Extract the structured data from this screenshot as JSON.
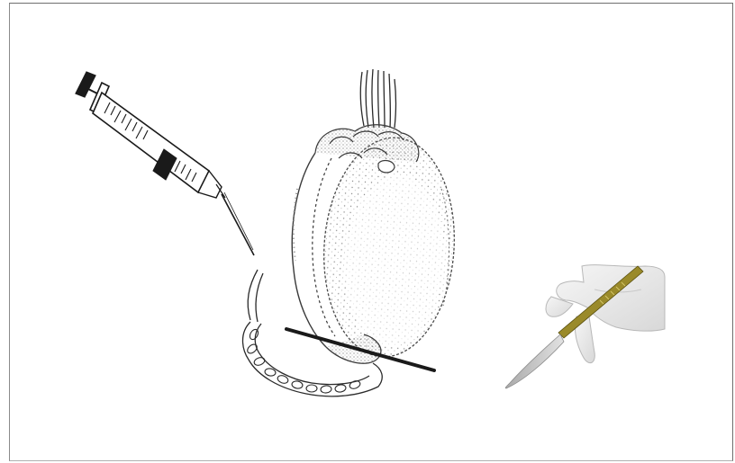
{
  "figure": {
    "elements": [
      {
        "name": "syringe",
        "icon": "syringe-icon"
      },
      {
        "name": "testis-and-epididymis",
        "icon": "testis-icon"
      },
      {
        "name": "vas-deferens",
        "icon": "vas-deferens-icon"
      },
      {
        "name": "incision-line",
        "icon": "incision-line-icon"
      },
      {
        "name": "scalpel-in-gloved-hand",
        "icon": "scalpel-icon"
      }
    ],
    "colors": {
      "line": "#1a1a1a",
      "stipple": "#8c8c8c",
      "glove": "#ececec",
      "scalpel_handle": "#9a8a2a",
      "blade": "#c8c8c8",
      "frame": "#6e6e6e"
    }
  }
}
